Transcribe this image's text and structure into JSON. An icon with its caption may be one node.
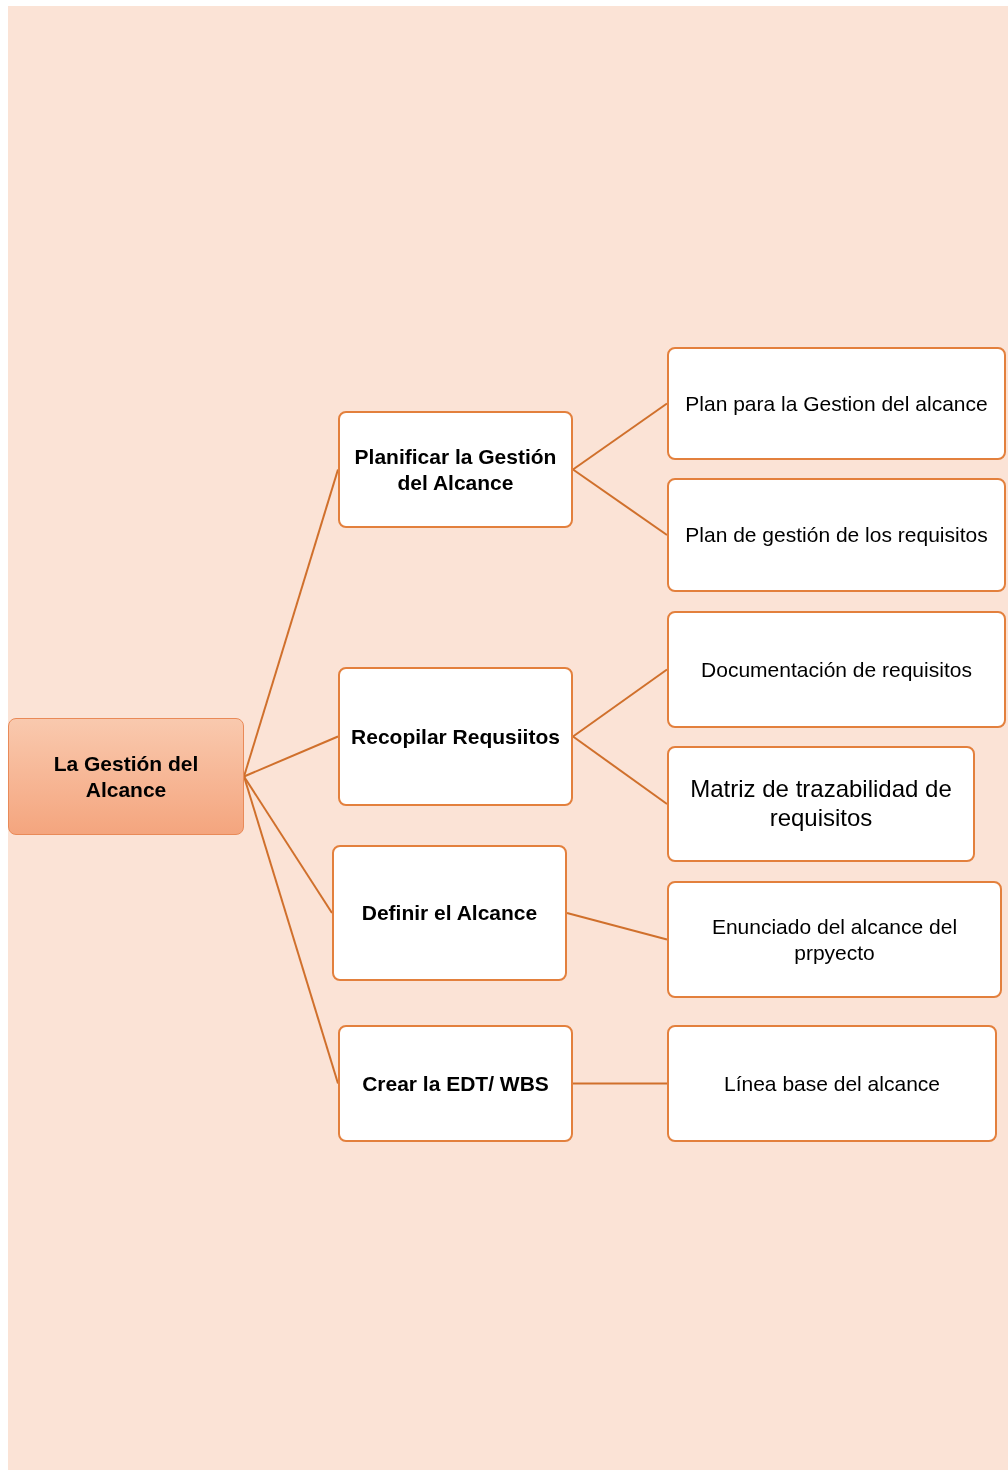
{
  "diagram": {
    "nodes": [
      {
        "text": [
          "La Gestión del Alcance"
        ]
      },
      {
        "text": [
          "Planificar la Gestión del Alcance"
        ]
      },
      {
        "text": [
          "Plan para la Gestion del alcance"
        ]
      },
      {
        "text": [
          "Plan de gestión de los requisitos"
        ]
      },
      {
        "text": [
          "Recopilar Requsiitos"
        ]
      },
      {
        "text": [
          "Documentación de requisitos"
        ]
      },
      {
        "text": [
          "Matriz de trazabilidad de requisitos"
        ]
      },
      {
        "text": [
          "Definir el Alcance"
        ]
      },
      {
        "text": [
          "Enunciado del alcance del prpyecto"
        ]
      },
      {
        "text": [
          "Crear la EDT/ WBS"
        ]
      },
      {
        "text": [
          "Línea base del alcance"
        ]
      }
    ],
    "edges": [
      {
        "from": 0,
        "to": 1,
        "arrow": "none"
      },
      {
        "from": 0,
        "to": 4,
        "arrow": "none"
      },
      {
        "from": 0,
        "to": 7,
        "arrow": "none"
      },
      {
        "from": 0,
        "to": 9,
        "arrow": "none"
      },
      {
        "from": 1,
        "to": 2,
        "arrow": "none"
      },
      {
        "from": 1,
        "to": 3,
        "arrow": "none"
      },
      {
        "from": 4,
        "to": 5,
        "arrow": "none"
      },
      {
        "from": 4,
        "to": 6,
        "arrow": "none"
      },
      {
        "from": 7,
        "to": 8,
        "arrow": "none"
      },
      {
        "from": 9,
        "to": 10,
        "arrow": "none"
      }
    ]
  }
}
